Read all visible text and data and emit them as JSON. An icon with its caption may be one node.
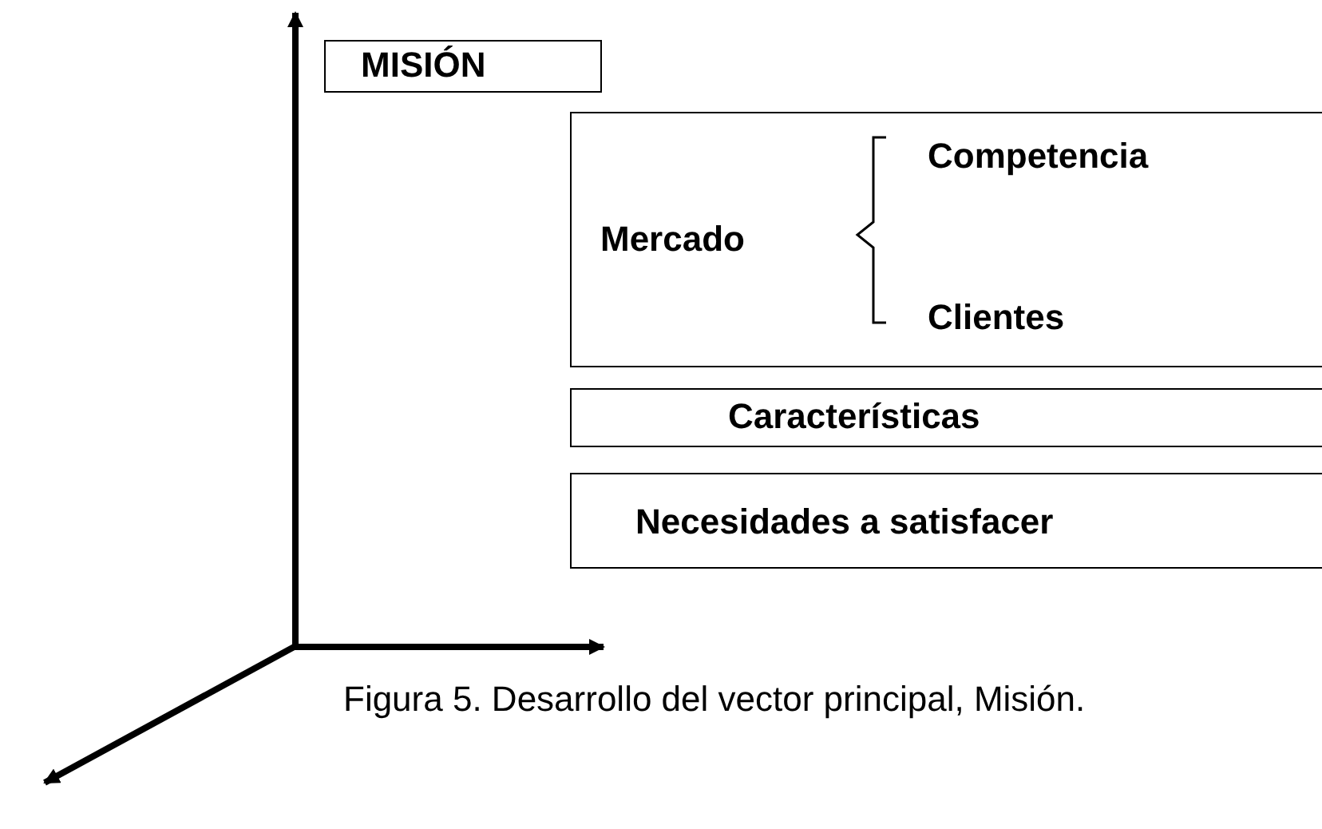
{
  "diagram": {
    "caption": "Figura 5. Desarrollo del vector principal, Misión.",
    "nodes": [
      {
        "text": [
          "MISIÓN"
        ]
      },
      {
        "text": [
          "Mercado",
          "Competencia",
          "Clientes"
        ]
      },
      {
        "text": [
          "Características"
        ]
      },
      {
        "text": [
          "Necesidades a satisfacer"
        ]
      }
    ]
  }
}
